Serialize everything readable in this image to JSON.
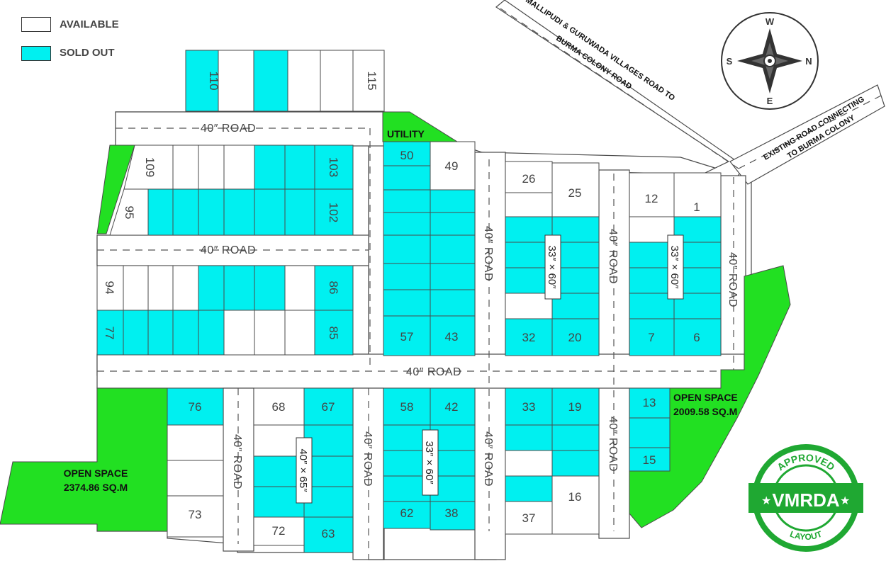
{
  "legend": {
    "available": "AVAILABLE",
    "sold_out": "SOLD OUT"
  },
  "colors": {
    "sold_out": "#00f0f0",
    "available": "#ffffff",
    "open_space": "#22e022",
    "approved_stamp": "#1fa832"
  },
  "roads": {
    "top_road": "MALLIPUDI & GURUWADA VILLAGES ROAD TO",
    "top_road_2": "BURMA COLONY ROAD",
    "right_road": "EXISTING ROAD CONNECTING",
    "right_road_2": "TO BURMA COLONY",
    "internal": "40″ ROAD"
  },
  "compass": {
    "w": "W",
    "s": "S",
    "n": "N",
    "e": "E"
  },
  "utility": "UTILITY",
  "open_space_1": {
    "name": "OPEN SPACE",
    "area": "2009.58 SQ.M"
  },
  "open_space_2": {
    "name": "OPEN SPACE",
    "area": "2374.86 SQ.M"
  },
  "dimensions": {
    "d1": "33″ × 60″",
    "d2": "33″ × 60″",
    "d3": "33″ × 60″",
    "d4": "40″ × 65″"
  },
  "stamp": {
    "top": "APPROVED",
    "middle": "VMRDA",
    "bottom": "LAYOUT"
  },
  "plots": {
    "p110": "110",
    "p115": "115",
    "p109": "109",
    "p103": "103",
    "p95": "95",
    "p102": "102",
    "p94": "94",
    "p86": "86",
    "p77": "77",
    "p85": "85",
    "p50": "50",
    "p49": "49",
    "p57": "57",
    "p43": "43",
    "p26": "26",
    "p25": "25",
    "p32": "32",
    "p20": "20",
    "p12": "12",
    "p1": "1",
    "p7": "7",
    "p6": "6",
    "p76": "76",
    "p73": "73",
    "p68": "68",
    "p67": "67",
    "p72": "72",
    "p63": "63",
    "p58": "58",
    "p42": "42",
    "p62": "62",
    "p38": "38",
    "p33": "33",
    "p19": "19",
    "p37": "37",
    "p16": "16",
    "p13": "13",
    "p15": "15"
  }
}
